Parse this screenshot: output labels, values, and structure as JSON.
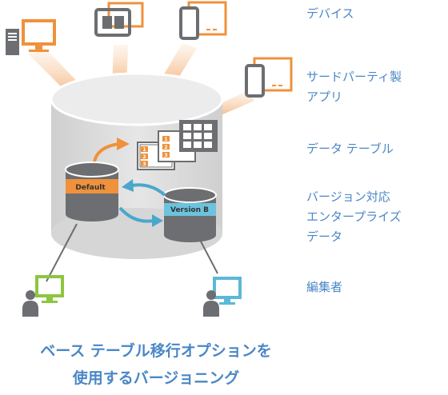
{
  "legend": {
    "devices": "デバイス",
    "third_party_1": "サードパーティ製",
    "third_party_2": "アプリ",
    "data_table": "データ テーブル",
    "enterprise_1": "バージョン対応",
    "enterprise_2": "エンタープライズ",
    "enterprise_3": "データ",
    "editors": "編集者"
  },
  "databases": {
    "default_label": "Default",
    "version_label": "Version B"
  },
  "table_numbers": [
    "1",
    "2",
    "3"
  ],
  "caption": {
    "line1": "ベース テーブル移行オプションを",
    "line2": "使用するバージョニング"
  },
  "colors": {
    "orange": "#f0913c",
    "blue_text": "#4a87c6",
    "version_band": "#6cc3dd",
    "arrow_blue": "#4aa7cc",
    "cylinder_gray": "#d9d9d9",
    "db_dark": "#6d6e71",
    "editor_green": "#8dc63f",
    "editor_blue": "#5bb8d8"
  },
  "icons": [
    "desktop-computer-icon",
    "tablet-icon",
    "phone-app-icon",
    "phone-app-icon",
    "editor-user-icon",
    "editor-user-icon"
  ]
}
